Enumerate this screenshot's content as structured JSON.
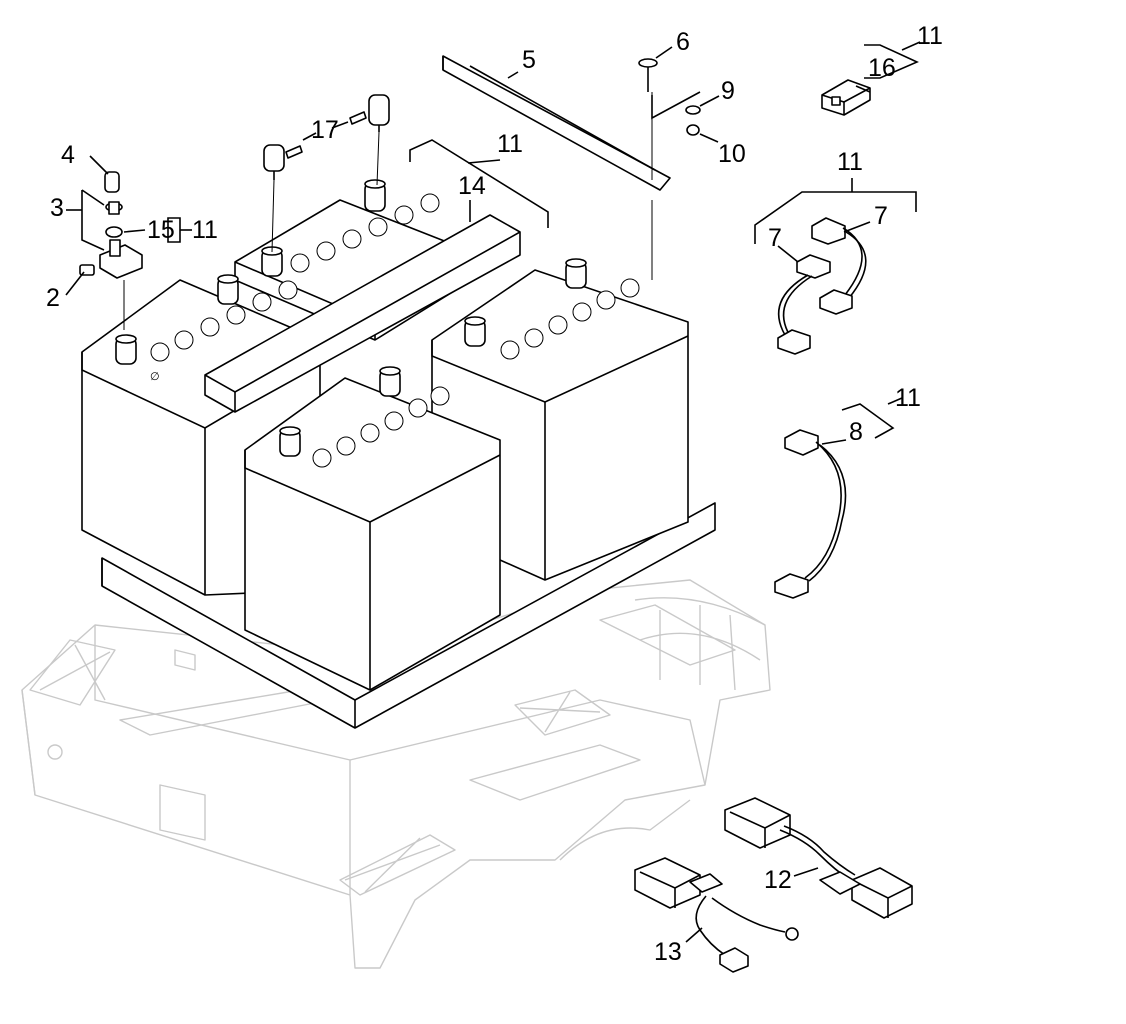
{
  "diagram": {
    "callouts": {
      "c2": "2",
      "c3": "3",
      "c4": "4",
      "c5": "5",
      "c6": "6",
      "c7a": "7",
      "c7b": "7",
      "c8": "8",
      "c9": "9",
      "c10": "10",
      "c11_top": "11",
      "c11_battery": "11",
      "c11_terminal": "11",
      "c11_cables7": "11",
      "c11_cable8": "11",
      "c12": "12",
      "c13": "13",
      "c14": "14",
      "c15": "15",
      "c16": "16",
      "c17": "17"
    }
  }
}
